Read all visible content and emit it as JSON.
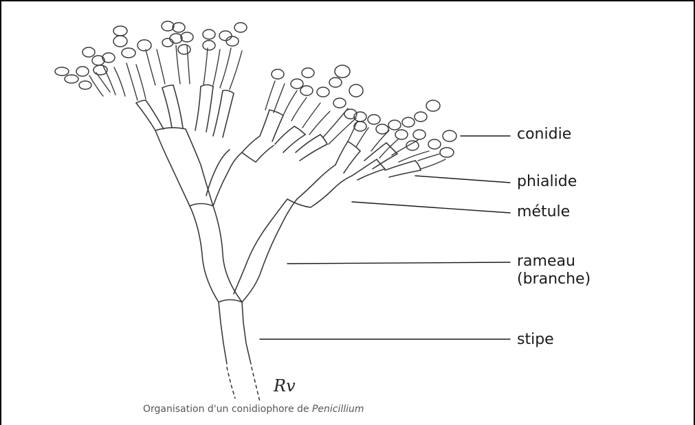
{
  "labels": {
    "conidie": "conidie",
    "phialide": "phialide",
    "metule": "métule",
    "rameau_line1": "rameau",
    "rameau_line2": "(branche)",
    "stipe": "stipe"
  },
  "caption": {
    "prefix": "Organisation d'un conidiophore de ",
    "genus": "Penicillium"
  },
  "signature": "Rv"
}
